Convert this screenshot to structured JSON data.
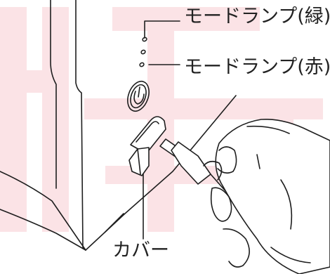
{
  "labels": {
    "mode_lamp_green": "モードランプ(緑)",
    "mode_lamp_red": "モードランプ(赤)",
    "cover": "カバー"
  },
  "icons": [
    "power-icon",
    "mode-lamp-indicator-icon"
  ],
  "colors": {
    "watermark": "#fbe3e6",
    "line": "#1e1e1e",
    "text": "#222222"
  }
}
